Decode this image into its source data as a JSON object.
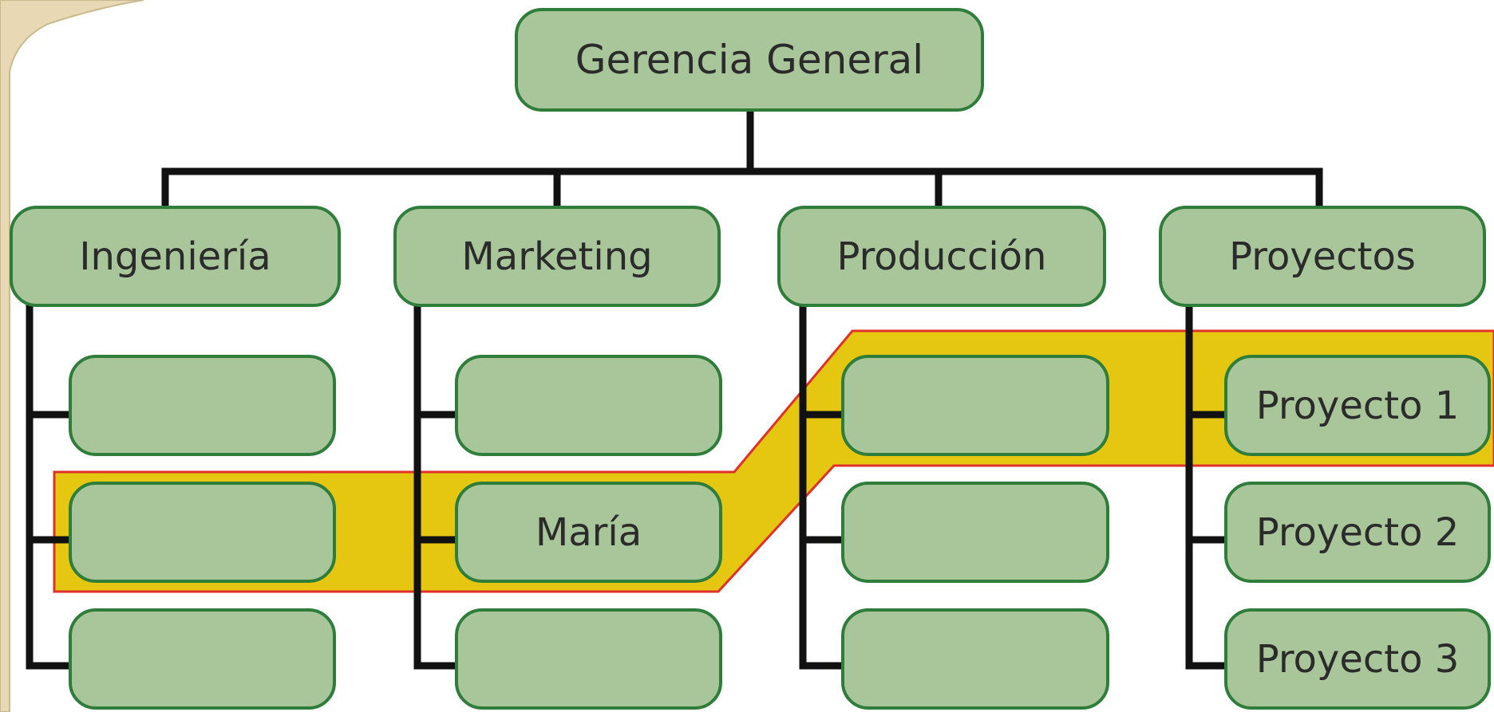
{
  "colors": {
    "node_fill": "#a8c69a",
    "node_border": "#2f7d3a",
    "connector": "#111111",
    "highlight_fill": "#e5c712",
    "highlight_border": "#e0302a",
    "corner_decoration": "#e8d9b4"
  },
  "org_chart": {
    "root": {
      "label": "Gerencia General"
    },
    "departments": [
      {
        "label": "Ingeniería",
        "children": [
          "",
          "",
          ""
        ]
      },
      {
        "label": "Marketing",
        "children": [
          "",
          "María",
          ""
        ]
      },
      {
        "label": "Producción",
        "children": [
          "",
          "",
          ""
        ]
      },
      {
        "label": "Proyectos",
        "children": [
          "Proyecto 1",
          "Proyecto 2",
          "Proyecto 3"
        ]
      }
    ]
  }
}
